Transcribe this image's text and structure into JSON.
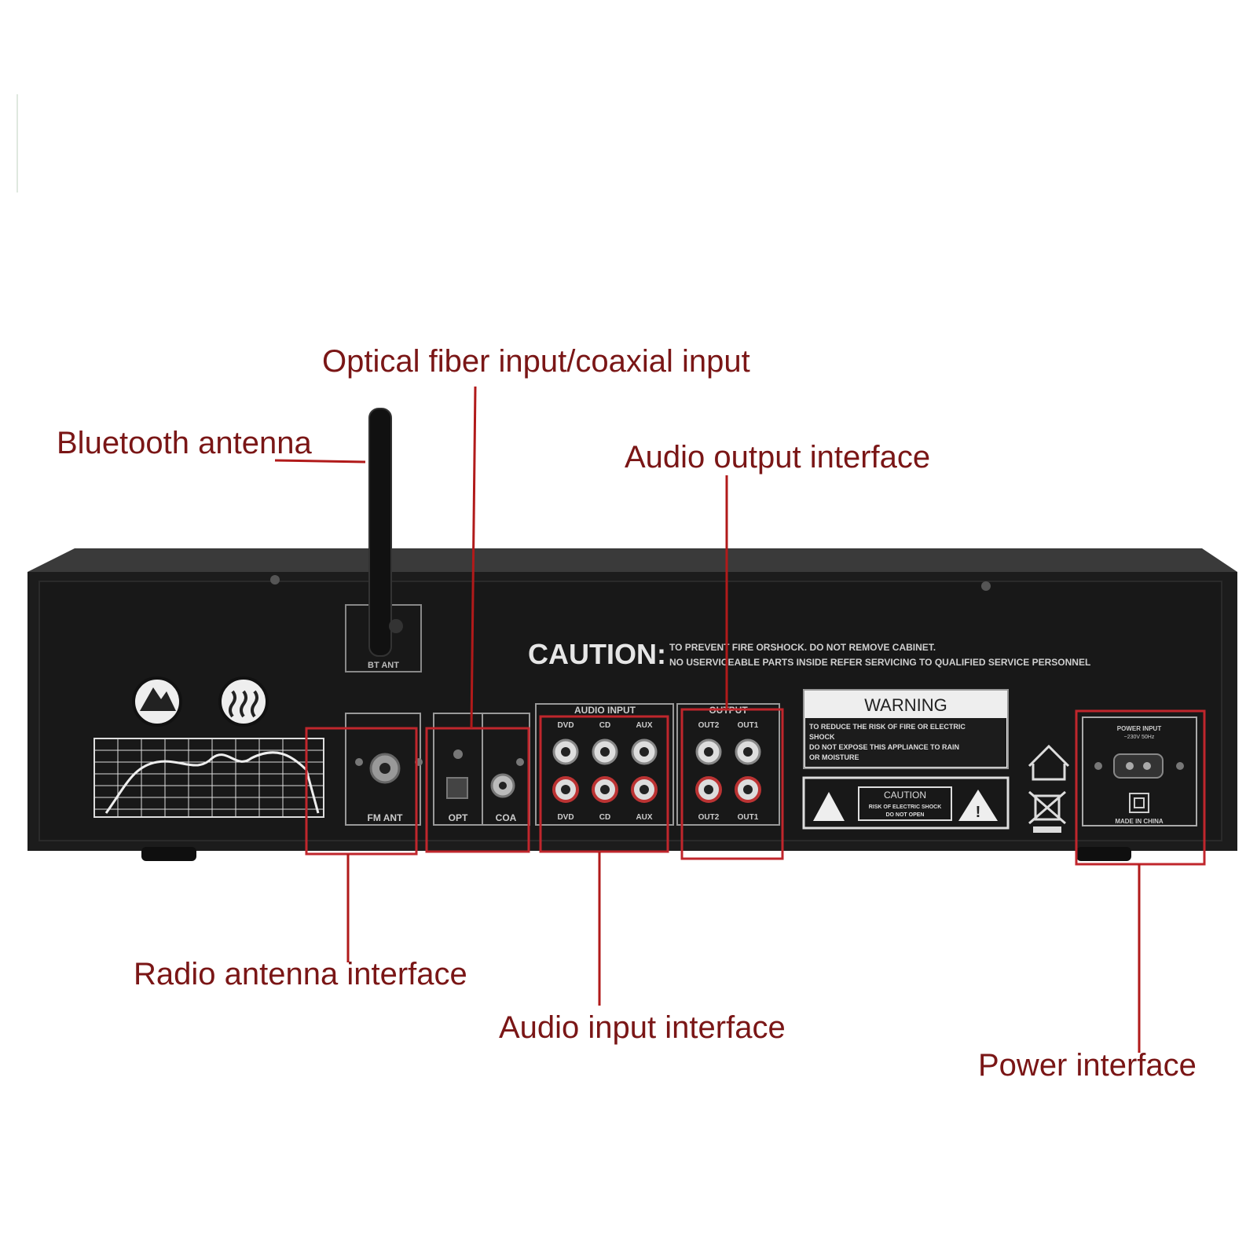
{
  "callouts": {
    "optical": "Optical fiber input/coaxial input",
    "bluetooth": "Bluetooth antenna",
    "audio_output": "Audio output interface",
    "radio": "Radio antenna interface",
    "audio_input": "Audio input interface",
    "power": "Power interface"
  },
  "device": {
    "bt_ant": "BT ANT",
    "caution_title": "CAUTION:",
    "caution_line1": "TO PREVENT FIRE ORSHOCK. DO NOT REMOVE CABINET.",
    "caution_line2": "NO USERVICEABLE PARTS INSIDE REFER SERVICING TO QUALIFIED SERVICE PERSONNEL",
    "audio_input_header": "AUDIO INPUT",
    "output_header": "OUTPUT",
    "jack_labels": [
      "DVD",
      "CD",
      "AUX"
    ],
    "out_labels": [
      "OUT2",
      "OUT1"
    ],
    "fm_ant": "FM ANT",
    "opt": "OPT",
    "coa": "COA",
    "warning_title": "WARNING",
    "warning_lines": [
      "TO REDUCE THE RISK OF FIRE OR ELECTRIC",
      "SHOCK",
      "DO NOT EXPOSE THIS APPLIANCE TO RAIN",
      "OR MOISTURE"
    ],
    "caution_box_title": "CAUTION",
    "caution_box_lines": [
      "RISK OF ELECTRIC SHOCK",
      "DO NOT OPEN"
    ],
    "power_input": "POWER INPUT",
    "power_spec": "~230V 50Hz",
    "made_in": "MADE IN CHINA"
  },
  "colors": {
    "callout": "#7a1616",
    "leader": "#b11a1a",
    "chassis": "#1c1c1c",
    "highlight_box": "#c0262c"
  }
}
